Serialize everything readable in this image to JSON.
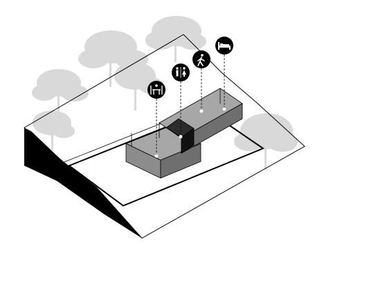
{
  "diagram": {
    "style": "isometric axonometric site diagram",
    "colors": {
      "background": "#ffffff",
      "outline": "#000000",
      "tree": "#d9d9d9",
      "building_fill": "#9a9a9a",
      "building_side": "#6f6f6f",
      "core_fill": "#2c2c2c",
      "icon_fill": "#000000",
      "icon_glyph": "#ffffff",
      "marker": "#ffffff"
    },
    "program_icons": [
      {
        "icon": "dining-table-icon",
        "meaning": "dining"
      },
      {
        "icon": "restroom-icon",
        "meaning": "restroom"
      },
      {
        "icon": "walking-person-icon",
        "meaning": "circulation"
      },
      {
        "icon": "bed-icon",
        "meaning": "sleeping"
      }
    ]
  }
}
